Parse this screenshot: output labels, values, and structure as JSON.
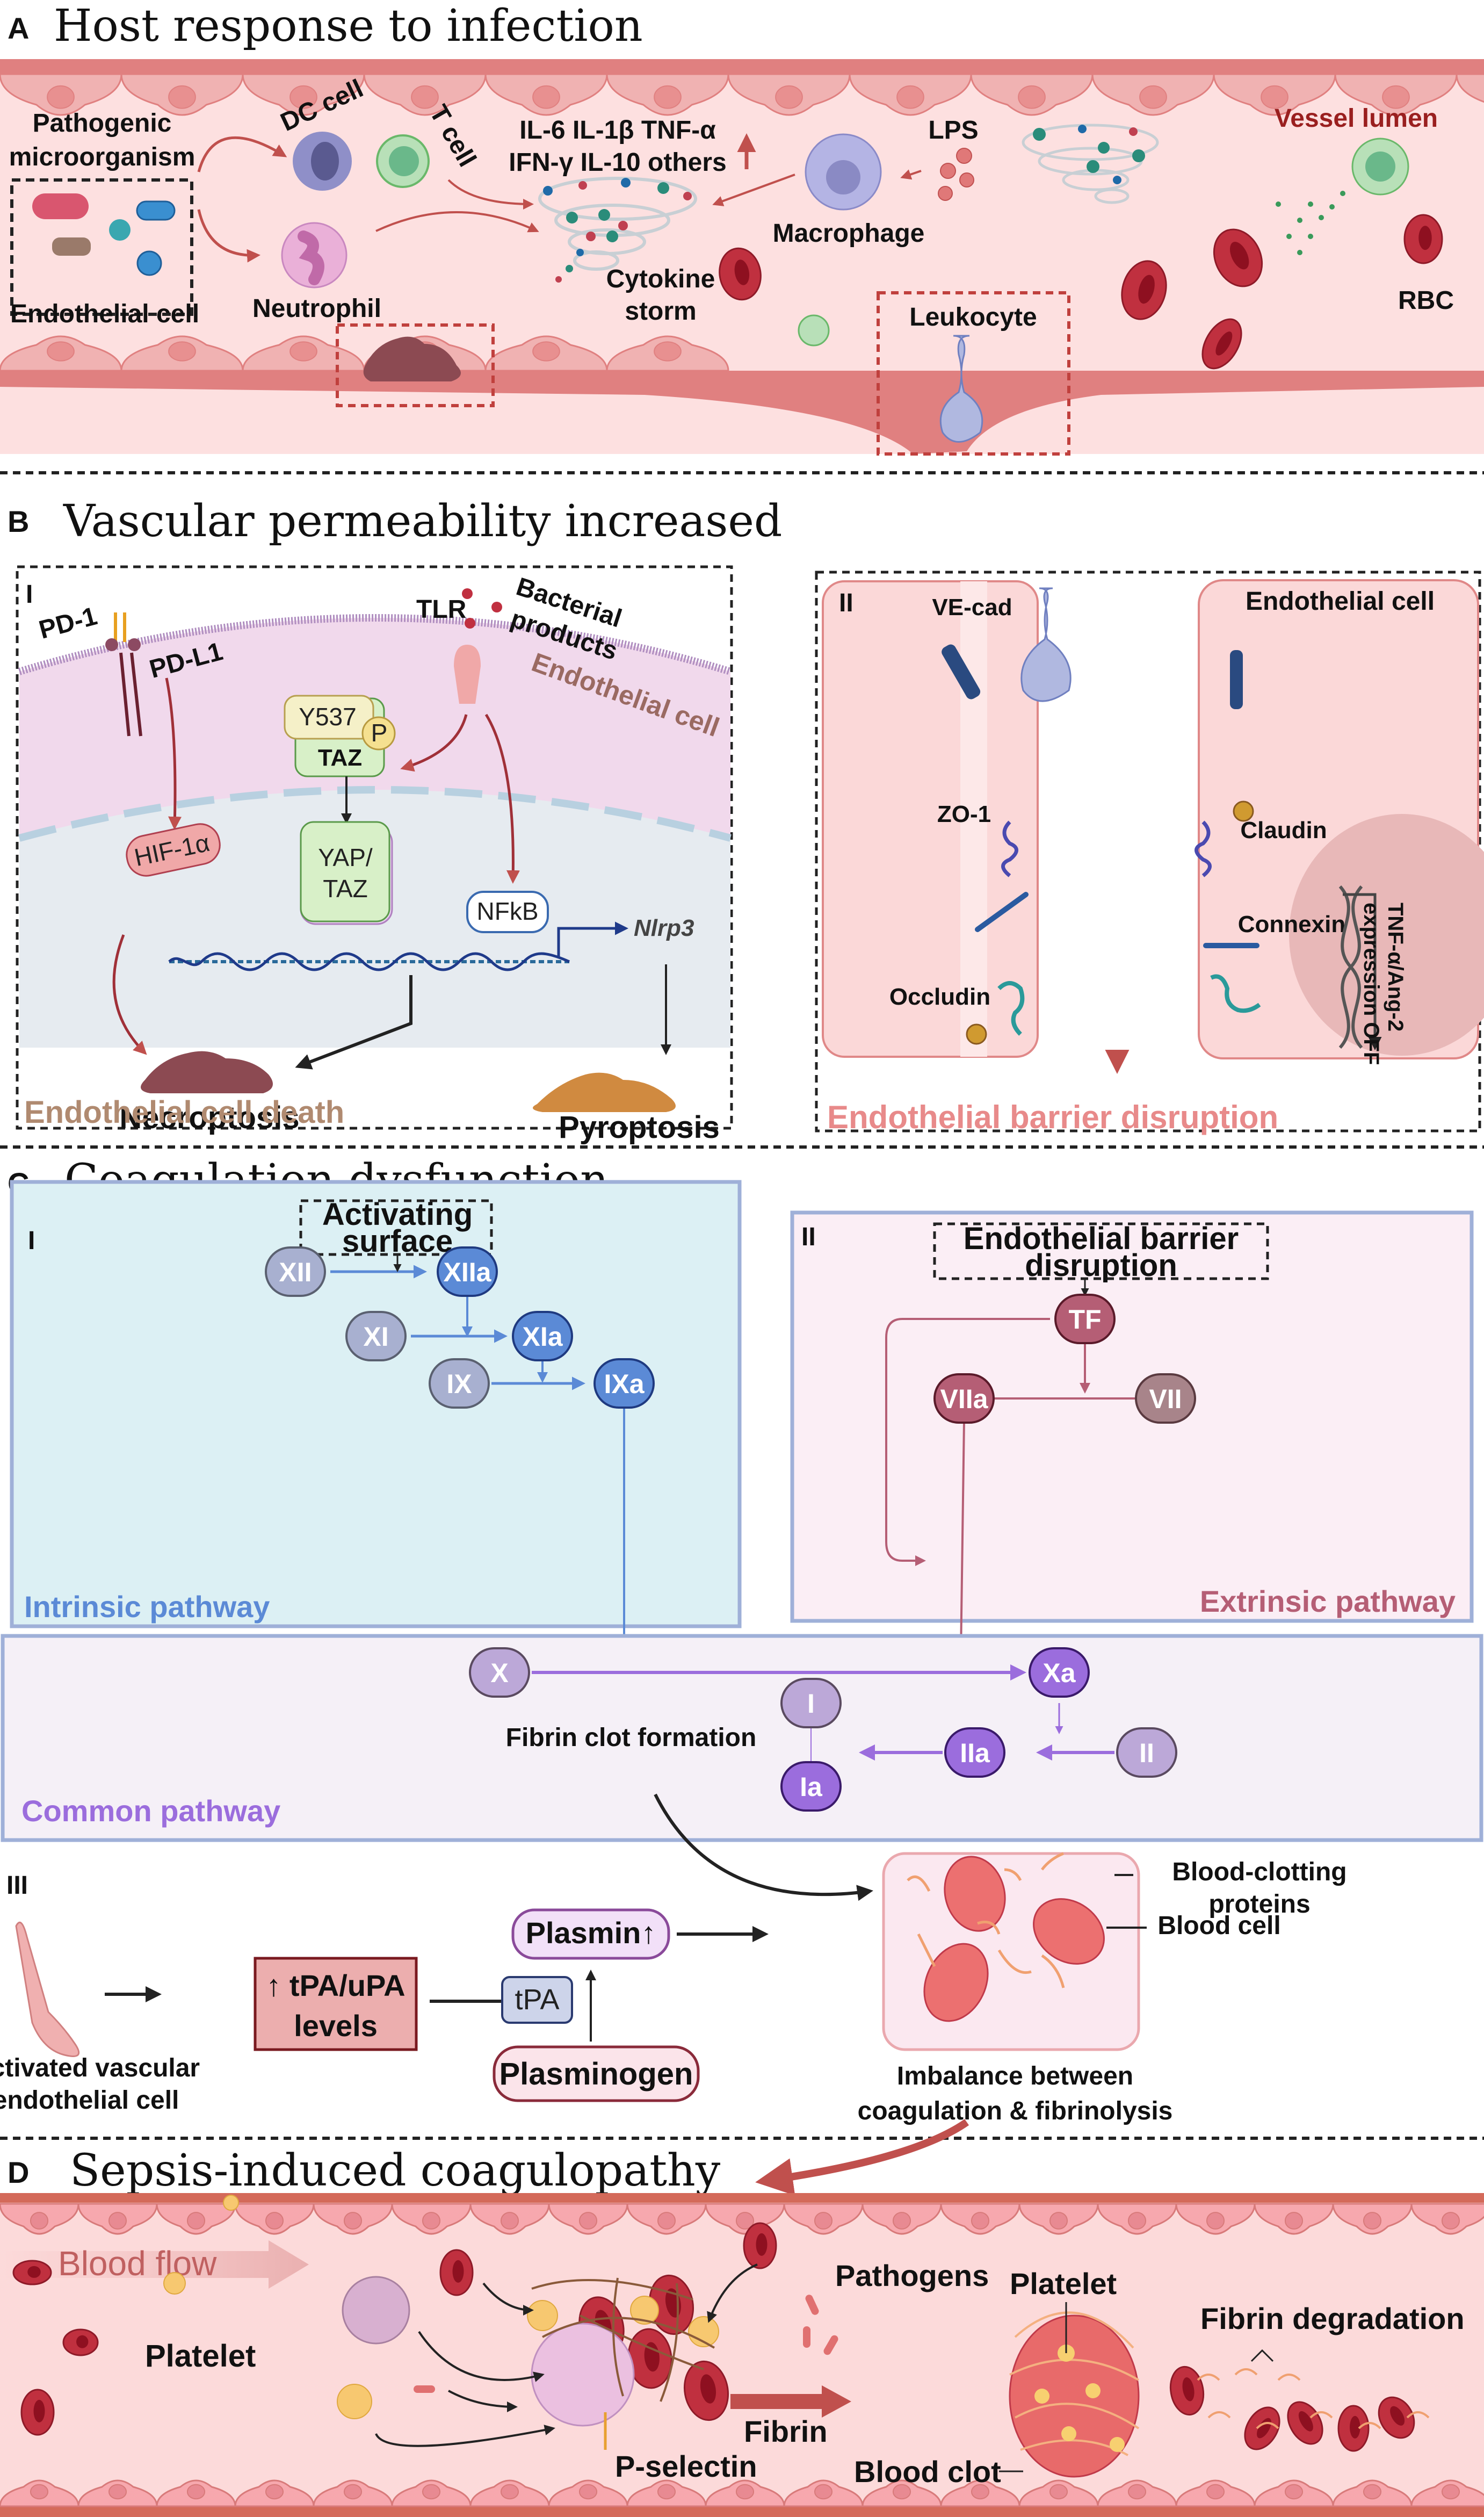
{
  "figure": {
    "colors": {
      "vessel_wall": "#e08080",
      "lumen": "#fde0e0",
      "endothelial": "#f0b0b0",
      "intrinsic_bg": "#dcf0f4",
      "intrinsic_accent": "#5b8ad6",
      "extrinsic_bg": "#fbeef5",
      "extrinsic_accent": "#b55e75",
      "common_bg": "#f5f0f7",
      "common_accent": "#9b6ddd",
      "panel_border": "#9fb0d8",
      "arrow_red": "#c0504d"
    }
  },
  "panelA": {
    "letter": "A",
    "title": "Host response to infection",
    "labels": {
      "pathogenic": "Pathogenic",
      "microorganism": "microorganism",
      "dc_cell": "DC cell",
      "t_cell": "T cell",
      "cytokines_line1": "IL-6  IL-1β  TNF-α",
      "cytokines_line2": "IFN-γ  IL-10  others",
      "lps": "LPS",
      "vessel_lumen": "Vessel lumen",
      "macrophage": "Macrophage",
      "endothelial_cell": "Endothelial cell",
      "neutrophil": "Neutrophil",
      "cytokine": "Cytokine",
      "storm": "storm",
      "leukocyte": "Leukocyte",
      "rbc": "RBC"
    }
  },
  "panelB": {
    "letter": "B",
    "title": "Vascular permeability increased",
    "sub1": {
      "roman": "I",
      "pd1": "PD-1",
      "pdl1": "PD-L1",
      "tlr": "TLR",
      "bacterial": "Bacterial",
      "products": "products",
      "y537": "Y537",
      "p": "P",
      "taz": "TAZ",
      "yap": "YAP/",
      "taz2": "TAZ",
      "endothelial_cell": "Endothelial cell",
      "hif": "HIF-1α",
      "nfkb": "NFkB",
      "nlrp3": "Nlrp3",
      "necroptosis": "Necroptosis",
      "pyroptosis": "Pyroptosis",
      "footer": "Endothelial cell death"
    },
    "sub2": {
      "roman": "II",
      "ve_cad": "VE-cad",
      "endothelial_cell": "Endothelial cell",
      "zo1": "ZO-1",
      "claudin": "Claudin",
      "connexin": "Connexin",
      "occludin": "Occludin",
      "tnf_line1": "TNF-α/Ang-2",
      "tnf_line2": "expression OFF",
      "footer": "Endothelial barrier disruption"
    }
  },
  "panelC": {
    "letter": "C",
    "title": "Coagulation dysfunction",
    "intrinsic": {
      "roman": "I",
      "trigger_line1": "Activating",
      "trigger_line2": "surface",
      "nodes": [
        "XII",
        "XIIa",
        "XI",
        "XIa",
        "IX",
        "IXa"
      ],
      "label": "Intrinsic pathway"
    },
    "extrinsic": {
      "roman": "II",
      "trigger_line1": "Endothelial barrier",
      "trigger_line2": "disruption",
      "nodes": [
        "TF",
        "VIIa",
        "VII"
      ],
      "label": "Extrinsic pathway"
    },
    "common": {
      "nodes": [
        "X",
        "Xa",
        "I",
        "IIa",
        "II",
        "Ia"
      ],
      "fibrin_label": "Fibrin clot formation",
      "label": "Common pathway"
    },
    "fibrinolysis": {
      "roman": "III",
      "cell_line1": "Activated vascular",
      "cell_line2": "endothelial cell",
      "levels_line1": "↑ tPA/uPA",
      "levels_line2": "levels",
      "tpa": "tPA",
      "plasmin": "Plasmin↑",
      "plasminogen": "Plasminogen",
      "proteins_line1": "Blood-clotting",
      "proteins_line2": "proteins",
      "blood_cell": "Blood cell",
      "imbalance_line1": "Imbalance between",
      "imbalance_line2": "coagulation & fibrinolysis"
    }
  },
  "panelD": {
    "letter": "D",
    "title": "Sepsis-induced coagulopathy",
    "labels": {
      "blood_flow": "Blood flow",
      "platelet_left": "Platelet",
      "pathogens": "Pathogens",
      "platelet_right": "Platelet",
      "fibrin_degradation": "Fibrin degradation",
      "fibrin": "Fibrin",
      "p_selectin": "P-selectin",
      "blood_clot": "Blood clot"
    }
  }
}
